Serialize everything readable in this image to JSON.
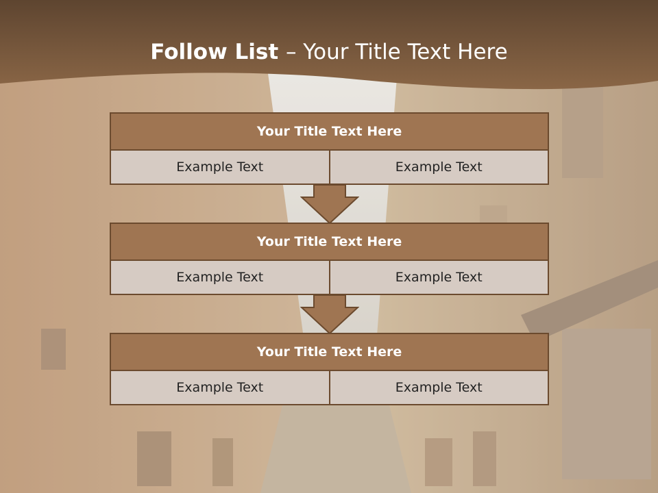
{
  "title": {
    "bold": "Follow List ",
    "rest": " – Your Title Text Here"
  },
  "colors": {
    "header_brown": "#7a5a3e",
    "block_title": "#9f7552",
    "block_cell": "#d6cbc3",
    "border": "#6b4a2e"
  },
  "blocks": [
    {
      "title": "Your Title Text Here",
      "left_text": "Example Text",
      "right_text": "Example Text"
    },
    {
      "title": "Your Title Text Here",
      "left_text": "Example Text",
      "right_text": "Example Text"
    },
    {
      "title": "Your Title Text Here",
      "left_text": "Example Text",
      "right_text": "Example Text"
    }
  ]
}
